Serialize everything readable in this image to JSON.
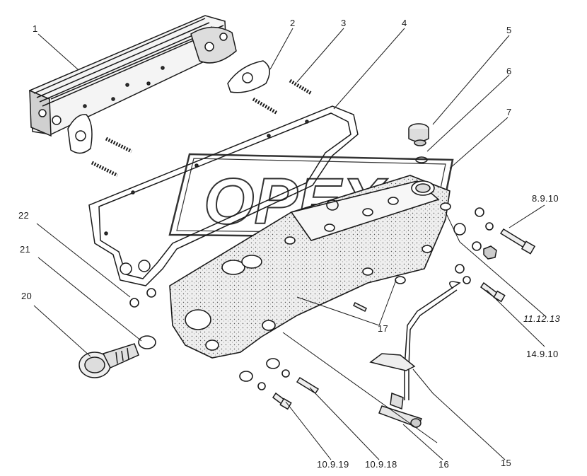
{
  "watermark": {
    "text": "OPEX",
    "stroke_color": "#2a2a2a",
    "note_kind": "logo-watermark"
  },
  "callouts": [
    {
      "id": "c1",
      "text": "1"
    },
    {
      "id": "c2",
      "text": "2"
    },
    {
      "id": "c3",
      "text": "3"
    },
    {
      "id": "c4",
      "text": "4"
    },
    {
      "id": "c5",
      "text": "5"
    },
    {
      "id": "c6",
      "text": "6"
    },
    {
      "id": "c7",
      "text": "7"
    },
    {
      "id": "c8",
      "text": "8.9.10"
    },
    {
      "id": "c11",
      "text": "11.12.13"
    },
    {
      "id": "c14",
      "text": "14.9.10"
    },
    {
      "id": "c15",
      "text": "15"
    },
    {
      "id": "c16",
      "text": "16"
    },
    {
      "id": "c17",
      "text": "17"
    },
    {
      "id": "c1019",
      "text": "10.9.19"
    },
    {
      "id": "c1018",
      "text": "10.9.18"
    },
    {
      "id": "c20",
      "text": "20"
    },
    {
      "id": "c21",
      "text": "21"
    },
    {
      "id": "c22",
      "text": "22"
    }
  ],
  "colors": {
    "ink": "#1a1a1a",
    "body_fill": "#e4e4e4",
    "paper": "#ffffff"
  }
}
